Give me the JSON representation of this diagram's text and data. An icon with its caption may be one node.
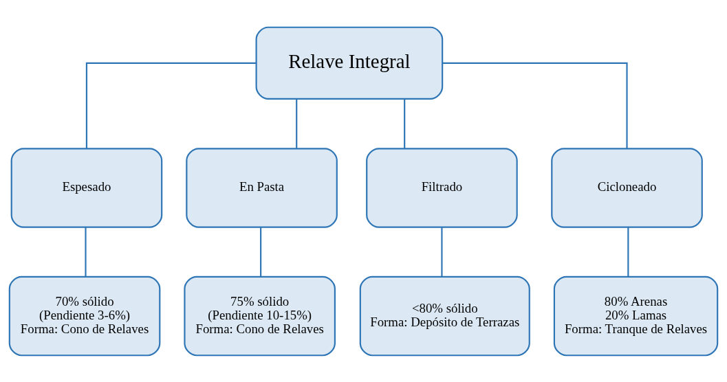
{
  "diagram": {
    "nodes": [
      {
        "text": [
          "Relave Integral"
        ]
      },
      {
        "text": [
          "Espesado"
        ]
      },
      {
        "text": [
          "En Pasta"
        ]
      },
      {
        "text": [
          "Filtrado"
        ]
      },
      {
        "text": [
          "Cicloneado"
        ]
      },
      {
        "text": [
          "70% sólido",
          "(Pendiente 3-6%)",
          "Forma: Cono de Relaves"
        ]
      },
      {
        "text": [
          "75% sólido",
          "(Pendiente 10-15%)",
          "Forma: Cono de Relaves"
        ]
      },
      {
        "text": [
          "<80% sólido",
          "Forma: Depósito de Terrazas"
        ]
      },
      {
        "text": [
          "80% Arenas",
          "20% Lamas",
          "Forma: Tranque de Relaves"
        ]
      }
    ],
    "edges": [
      {
        "from": 0,
        "to": 1,
        "arrow": "none"
      },
      {
        "from": 0,
        "to": 2,
        "arrow": "none"
      },
      {
        "from": 0,
        "to": 3,
        "arrow": "none"
      },
      {
        "from": 0,
        "to": 4,
        "arrow": "none"
      },
      {
        "from": 1,
        "to": 5,
        "arrow": "none"
      },
      {
        "from": 2,
        "to": 6,
        "arrow": "none"
      },
      {
        "from": 3,
        "to": 7,
        "arrow": "none"
      },
      {
        "from": 4,
        "to": 8,
        "arrow": "none"
      }
    ]
  }
}
